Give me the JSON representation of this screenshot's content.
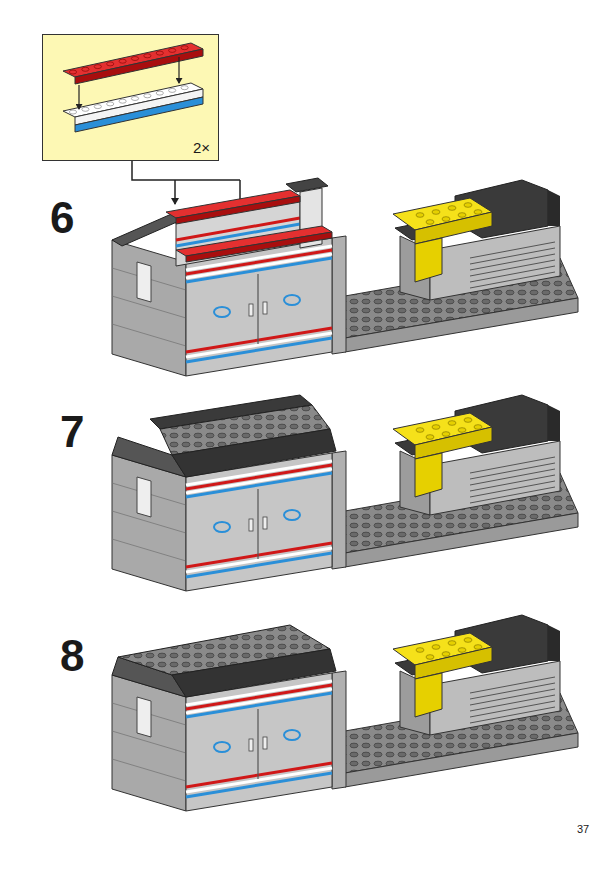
{
  "diagram": {
    "nodes": [
      {
        "text": [
          "2×"
        ]
      }
    ],
    "labels": [
      "6",
      "7",
      "8",
      "37"
    ]
  }
}
